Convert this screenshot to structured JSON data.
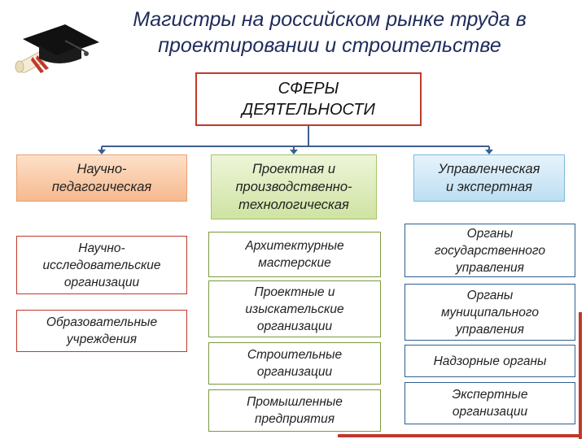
{
  "title": {
    "line1": "Магистры на российском рынке труда в",
    "line2": "проектировании и строительстве"
  },
  "root": {
    "line1": "СФЕРЫ",
    "line2": "ДЕЯТЕЛЬНОСТИ"
  },
  "categories": [
    {
      "lines": [
        "Научно-",
        "педагогическая"
      ]
    },
    {
      "lines": [
        "Проектная и",
        "производственно-",
        "технологическая"
      ]
    },
    {
      "lines": [
        "Управленческая",
        "и экспертная"
      ]
    }
  ],
  "col1": [
    {
      "lines": [
        "Научно-",
        "исследовательские",
        "организации"
      ]
    },
    {
      "lines": [
        "Образовательные",
        "учреждения"
      ]
    }
  ],
  "col2": [
    {
      "lines": [
        "Архитектурные",
        "мастерские"
      ]
    },
    {
      "lines": [
        "Проектные и",
        "изыскательские",
        "организации"
      ]
    },
    {
      "lines": [
        "Строительные",
        "организации"
      ]
    },
    {
      "lines": [
        "Промышленные",
        "предприятия"
      ]
    }
  ],
  "col3": [
    {
      "lines": [
        "Органы",
        "государственного",
        "управления"
      ]
    },
    {
      "lines": [
        "Органы",
        "муниципального",
        "управления"
      ]
    },
    {
      "lines": [
        "Надзорные органы"
      ]
    },
    {
      "lines": [
        "Экспертные",
        "организации"
      ]
    }
  ],
  "colors": {
    "title": "#1f2c5a",
    "accent_red": "#c0392b",
    "connector": "#3d5f8f"
  },
  "icons": [
    "graduation-cap-icon",
    "diploma-scroll-icon"
  ]
}
